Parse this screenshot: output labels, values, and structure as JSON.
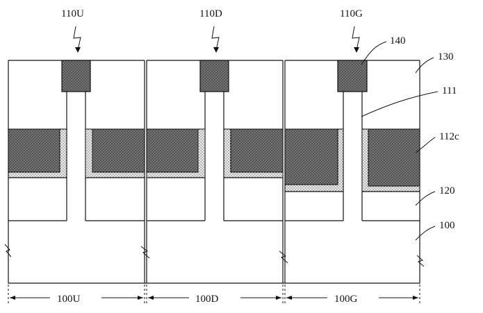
{
  "figure": {
    "regions": [
      {
        "id": "U",
        "top_label": "110U",
        "bottom_label": "100U"
      },
      {
        "id": "D",
        "top_label": "110D",
        "bottom_label": "100D"
      },
      {
        "id": "G",
        "top_label": "110G",
        "bottom_label": "100G"
      }
    ],
    "callouts": [
      {
        "id": "c140",
        "text": "140"
      },
      {
        "id": "c130",
        "text": "130"
      },
      {
        "id": "c111",
        "text": "111"
      },
      {
        "id": "c112c",
        "text": "112c"
      },
      {
        "id": "c120",
        "text": "120"
      },
      {
        "id": "c100",
        "text": "100"
      }
    ],
    "colors": {
      "ink": "#111111",
      "hatch_fill": "#6a6a6a",
      "liner_fill": "#dcdcdc"
    }
  }
}
